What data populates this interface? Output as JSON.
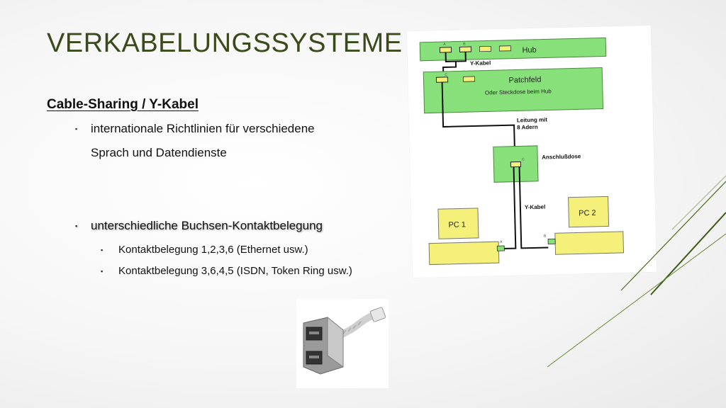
{
  "slide": {
    "title": "VERKABELUNGSSYSTEME",
    "subheading": "Cable-Sharing / Y-Kabel",
    "bullets": {
      "b1_line1": "internationale Richtlinien für verschiedene",
      "b1_line2": "Sprach und Datendienste",
      "b2": "unterschiedliche Buchsen-Kontaktbelegung",
      "b2_sub1": "Kontaktbelegung 1,2,3,6 (Ethernet usw.)",
      "b2_sub2": "Kontaktbelegung 3,6,4,5 (ISDN, Token Ring usw.)"
    },
    "bullet_glyph": "▪"
  },
  "diagram": {
    "hub": "Hub",
    "y_kabel_top": "Y-Kabel",
    "patchfeld": "Patchfeld",
    "patchfeld_sub": "Oder Steckdose beim Hub",
    "leitung_line1": "Leitung mit",
    "leitung_line2": "8 Adern",
    "anschlussdose": "Anschlußdose",
    "y_kabel_bottom": "Y-Kabel",
    "pc1": "PC 1",
    "pc2": "PC 2",
    "port_a": "A",
    "port_b": "B",
    "port_c": "C"
  },
  "colors": {
    "title": "#3b4a1a",
    "diagram_green": "#88e07a",
    "diagram_yellow": "#f5f07a",
    "accent_lines": "#3e5a16"
  }
}
